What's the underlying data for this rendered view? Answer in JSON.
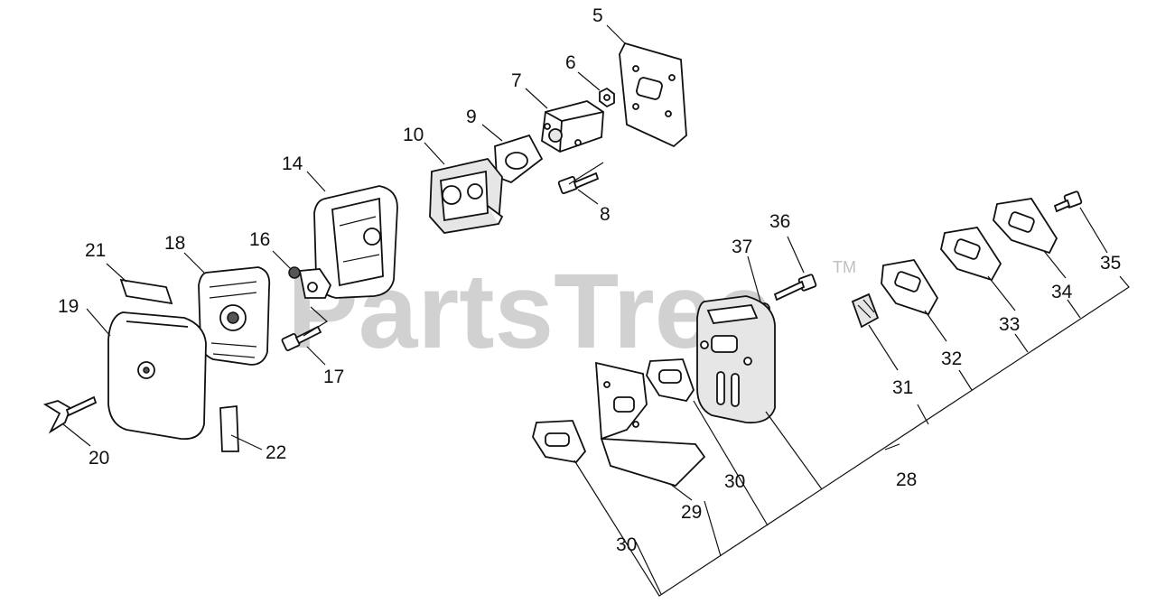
{
  "watermark": {
    "text": "PartsTree",
    "tm": "TM"
  },
  "labels": {
    "p5": "5",
    "p6": "6",
    "p7": "7",
    "p8": "8",
    "p9": "9",
    "p10": "10",
    "p14": "14",
    "p16": "16",
    "p17": "17",
    "p18": "18",
    "p19": "19",
    "p20": "20",
    "p21": "21",
    "p22": "22",
    "p28": "28",
    "p29": "29",
    "p30a": "30",
    "p30b": "30",
    "p31": "31",
    "p32": "32",
    "p33": "33",
    "p34": "34",
    "p35": "35",
    "p36": "36",
    "p37": "37"
  }
}
